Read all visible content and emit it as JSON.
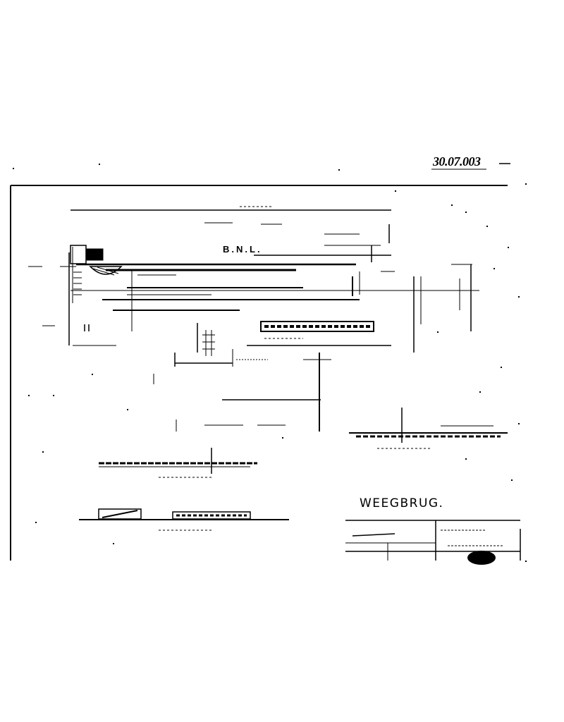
{
  "drawing": {
    "number": "30.07.003",
    "title": "WEEGBRUG.",
    "section_mark": "B.N.L."
  },
  "colors": {
    "paper": "#ffffff",
    "ink": "#000000"
  }
}
